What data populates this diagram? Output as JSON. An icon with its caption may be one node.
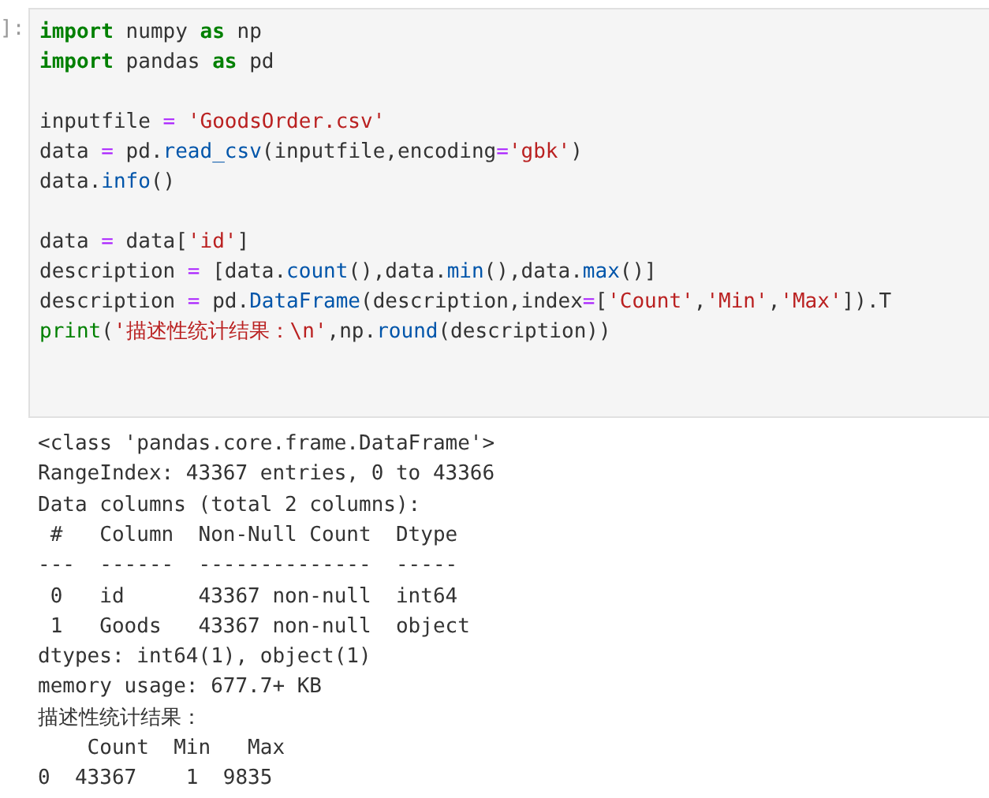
{
  "diagram": {
    "labels": [
      "]:",
      "import numpy as np",
      "import pandas as pd",
      "inputfile = 'GoodsOrder.csv'",
      "data = pd.read_csv(inputfile,encoding='gbk')",
      "data.info()",
      "data = data['id']",
      "description = [data.count(),data.min(),data.max()]",
      "description = pd.DataFrame(description,index=['Count','Min','Max']).T",
      "print('描述性统计结果：\\n',np.round(description))",
      "<class 'pandas.core.frame.DataFrame'>",
      "RangeIndex: 43367 entries, 0 to 43366",
      "Data columns (total 2 columns):",
      " #   Column  Non-Null Count  Dtype ",
      "---  ------  --------------  ----- ",
      " 0   id      43367 non-null  int64 ",
      " 1   Goods   43367 non-null  object",
      "dtypes: int64(1), object(1)",
      "memory usage: 677.7+ KB",
      "描述性统计结果：",
      "    Count  Min   Max",
      "0  43367    1  9835"
    ]
  }
}
